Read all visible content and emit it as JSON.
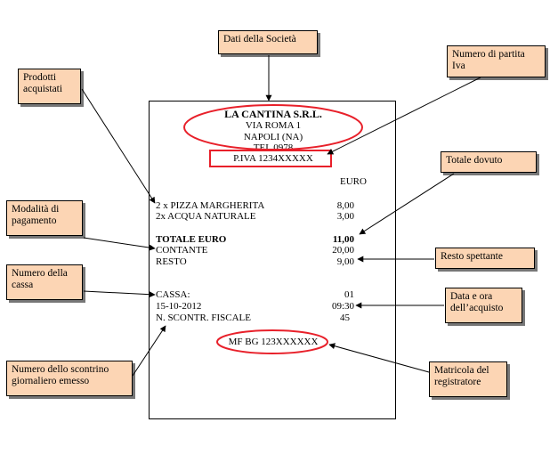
{
  "labels": {
    "company": "Dati della Società",
    "vat_number": "Numero di partita Iva",
    "products": "Prodotti acquistati",
    "total_due": "Totale dovuto",
    "payment": "Modalità   di pagamento",
    "change": "Resto spettante",
    "register": "Numero della cassa",
    "datetime": "Data  e  ora dell’acquisto",
    "receipt_number": "Numero dello scontrino giornaliero emesso",
    "serial": "Matricola del registratore"
  },
  "receipt": {
    "company_name": "LA CANTINA S.R.L.",
    "street": "VIA ROMA 1",
    "city": "NAPOLI (NA)",
    "phone": "TEL 0978",
    "vat": "P.IVA 1234XXXXX",
    "currency": "EURO",
    "items": [
      {
        "desc": "2 x PIZZA MARGHERITA",
        "amount": "8,00"
      },
      {
        "desc": "2x ACQUA NATURALE",
        "amount": "3,00"
      }
    ],
    "total_label": "TOTALE EURO",
    "total_value": "11,00",
    "cash_label": "CONTANTE",
    "cash_value": "20,00",
    "change_label": "RESTO",
    "change_value": "9,00",
    "register_label": "CASSA:",
    "register_value": "01",
    "date": "15-10-2012",
    "time": "09:30",
    "fiscal_label": "N. SCONTR. FISCALE",
    "fiscal_value": "45",
    "serial": "MF  BG 123XXXXXX"
  }
}
